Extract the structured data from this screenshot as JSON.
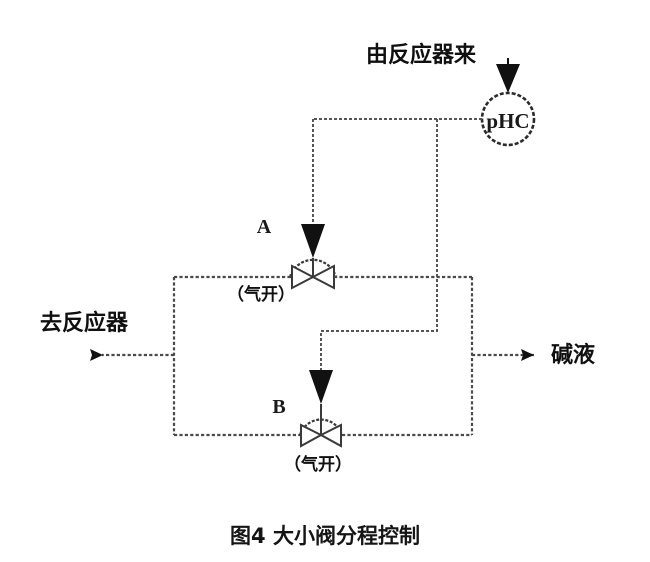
{
  "figure": {
    "caption_number": "图4",
    "caption_title": "大小阀分程控制",
    "caption_full": "图4  大小阀分程控制"
  },
  "labels": {
    "inlet_from_reactor": "由反应器来",
    "outlet_to_reactor": "去反应器",
    "alkali_stream": "碱液",
    "valve_a_tag": "A",
    "valve_b_tag": "B",
    "valve_a_action": "（气开）",
    "valve_b_action": "（气开）"
  },
  "instrument": {
    "controller_tag": "pHC",
    "controller_type": "pH controller"
  },
  "colors": {
    "pipe": "#4a4a4a",
    "signal": "#555555",
    "ink": "#111111",
    "background": "#ffffff"
  },
  "diagram_elements": {
    "valve_a": "large control valve, air-to-open, upper parallel branch",
    "valve_b": "small control valve, air-to-open, lower parallel branch",
    "split_range": "split-range control of two valves of different sizes"
  }
}
